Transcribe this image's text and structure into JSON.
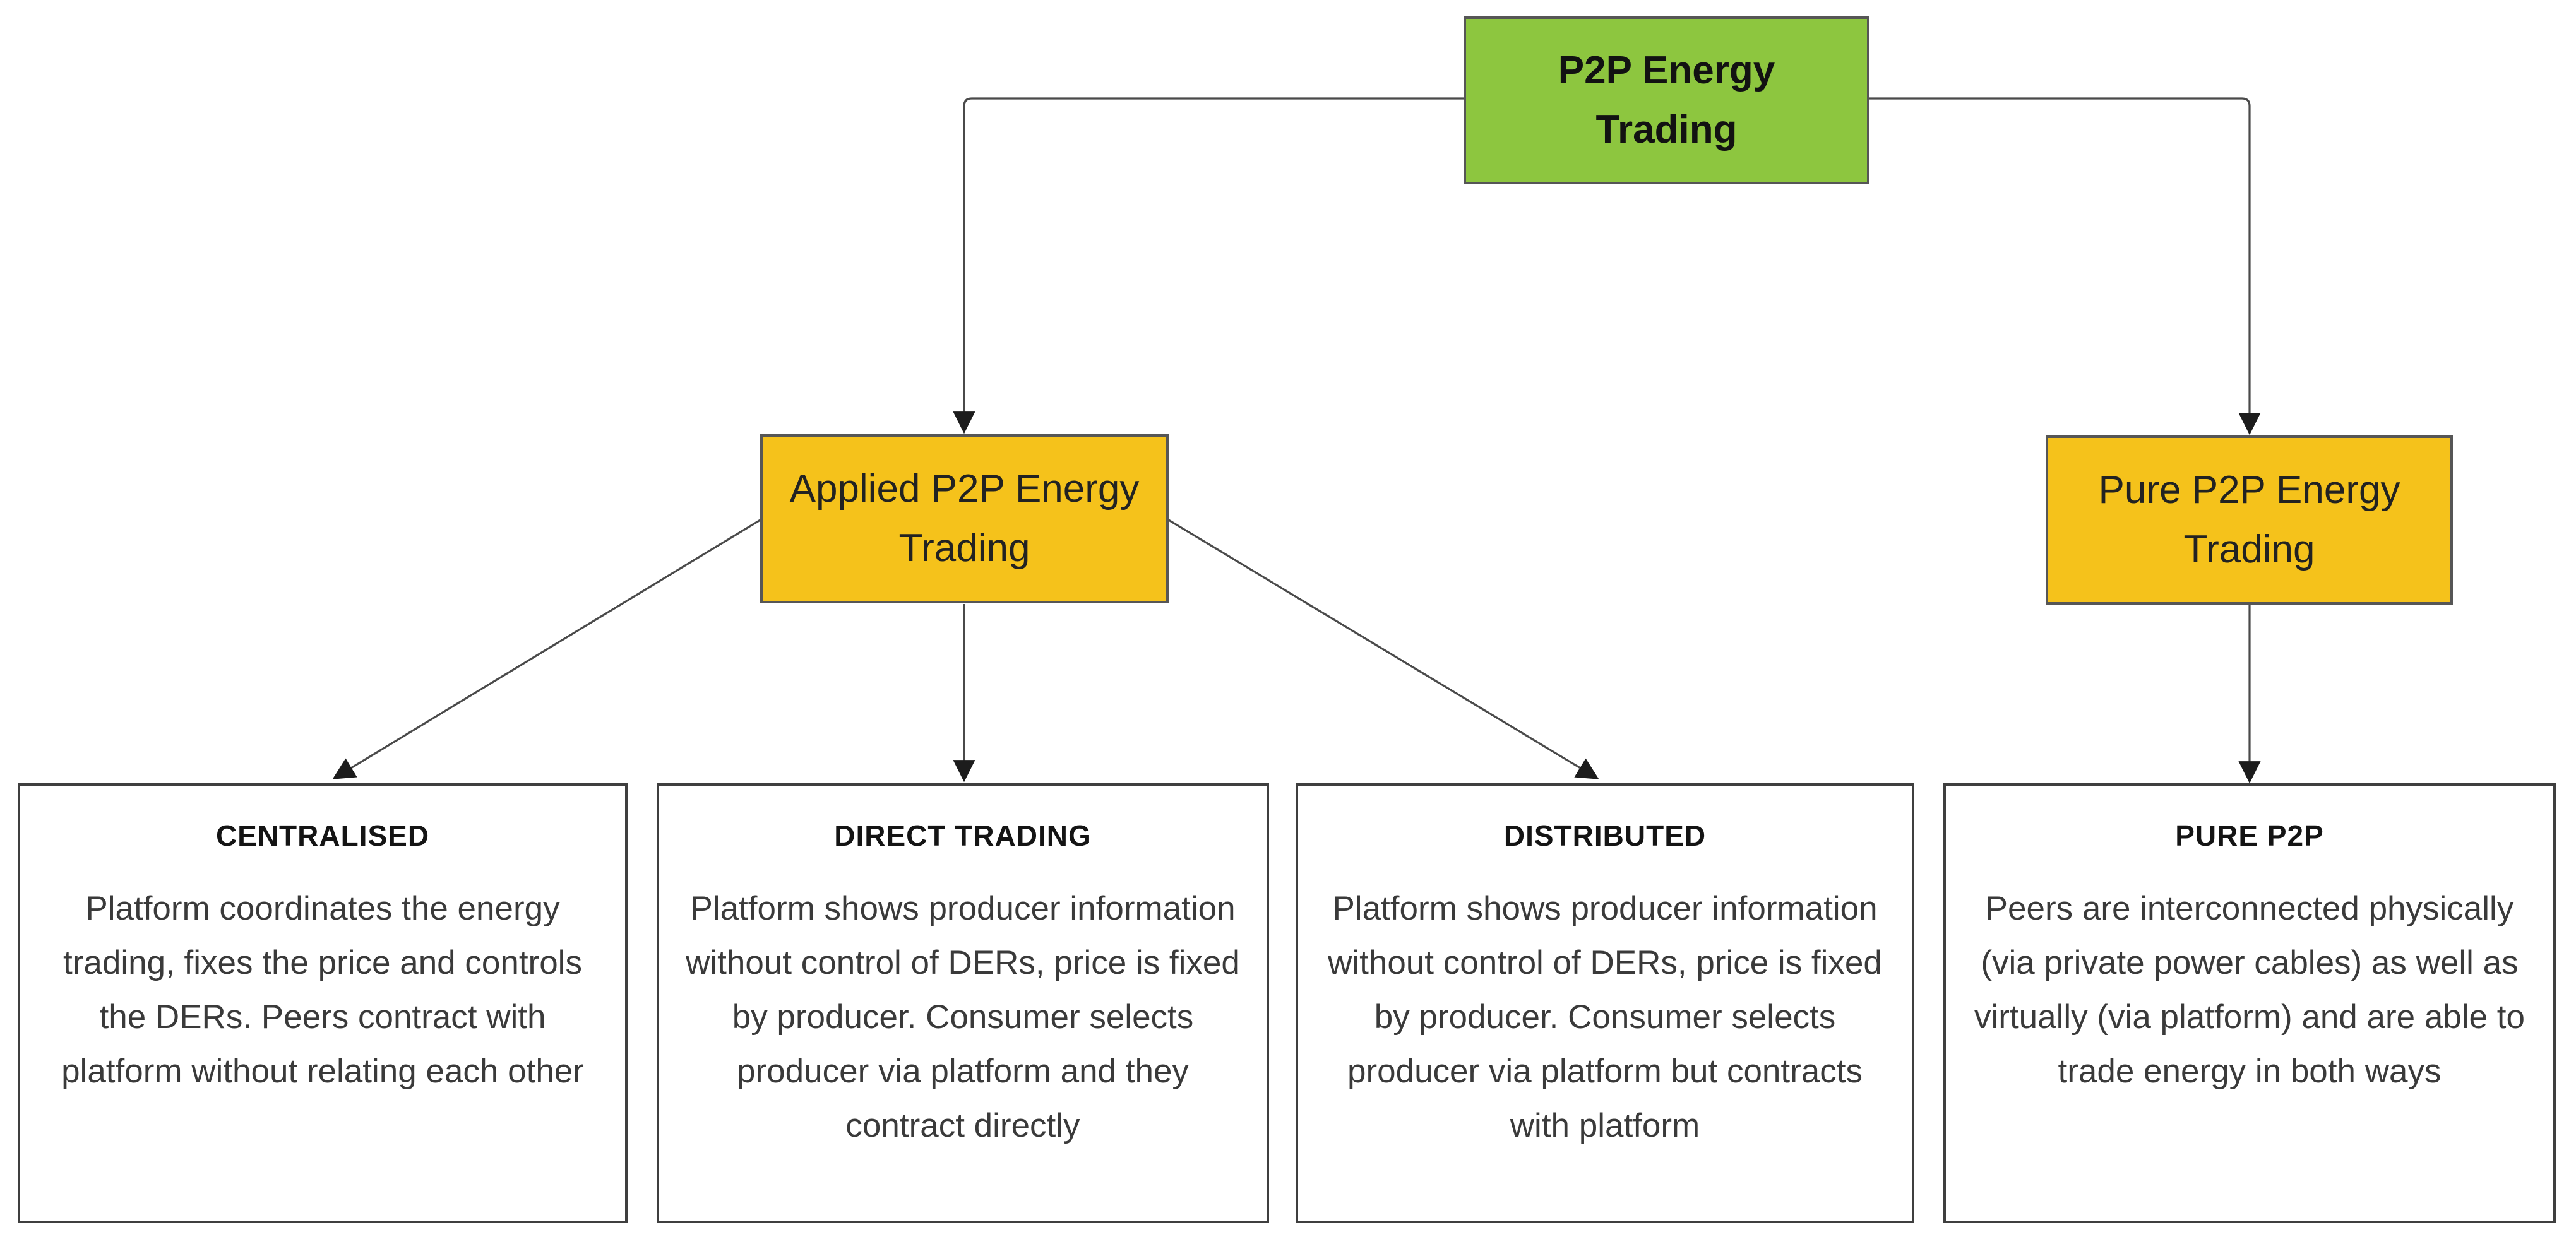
{
  "diagram": {
    "title_node": {
      "label": "P2P Energy Trading"
    },
    "branches": [
      {
        "label": "Applied P2P Energy Trading"
      },
      {
        "label": "Pure P2P Energy Trading"
      }
    ],
    "categories": [
      {
        "title": "CENTRALISED",
        "description": "Platform coordinates the energy trading, fixes the price and controls the DERs. Peers contract with platform without relating each other"
      },
      {
        "title": "DIRECT TRADING",
        "description": "Platform shows producer information without control of DERs, price is fixed by producer. Consumer selects producer via platform and they contract directly"
      },
      {
        "title": "DISTRIBUTED",
        "description": "Platform shows producer information without control of DERs, price is fixed by producer. Consumer selects producer via platform but contracts with platform"
      },
      {
        "title": "PURE P2P",
        "description": "Peers are interconnected physically (via private power cables) as well as virtually (via platform) and are able to trade energy in both ways"
      }
    ],
    "colors": {
      "root_fill": "#8DC63F",
      "branch_fill": "#F5C21B",
      "card_fill": "#FFFFFF",
      "node_border": "#565656",
      "card_border": "#3F3F3F",
      "connector_line": "#4A4A4A",
      "arrowhead": "#1C1C1C",
      "title_text": "#121212",
      "body_text": "#3A3A3A"
    }
  }
}
